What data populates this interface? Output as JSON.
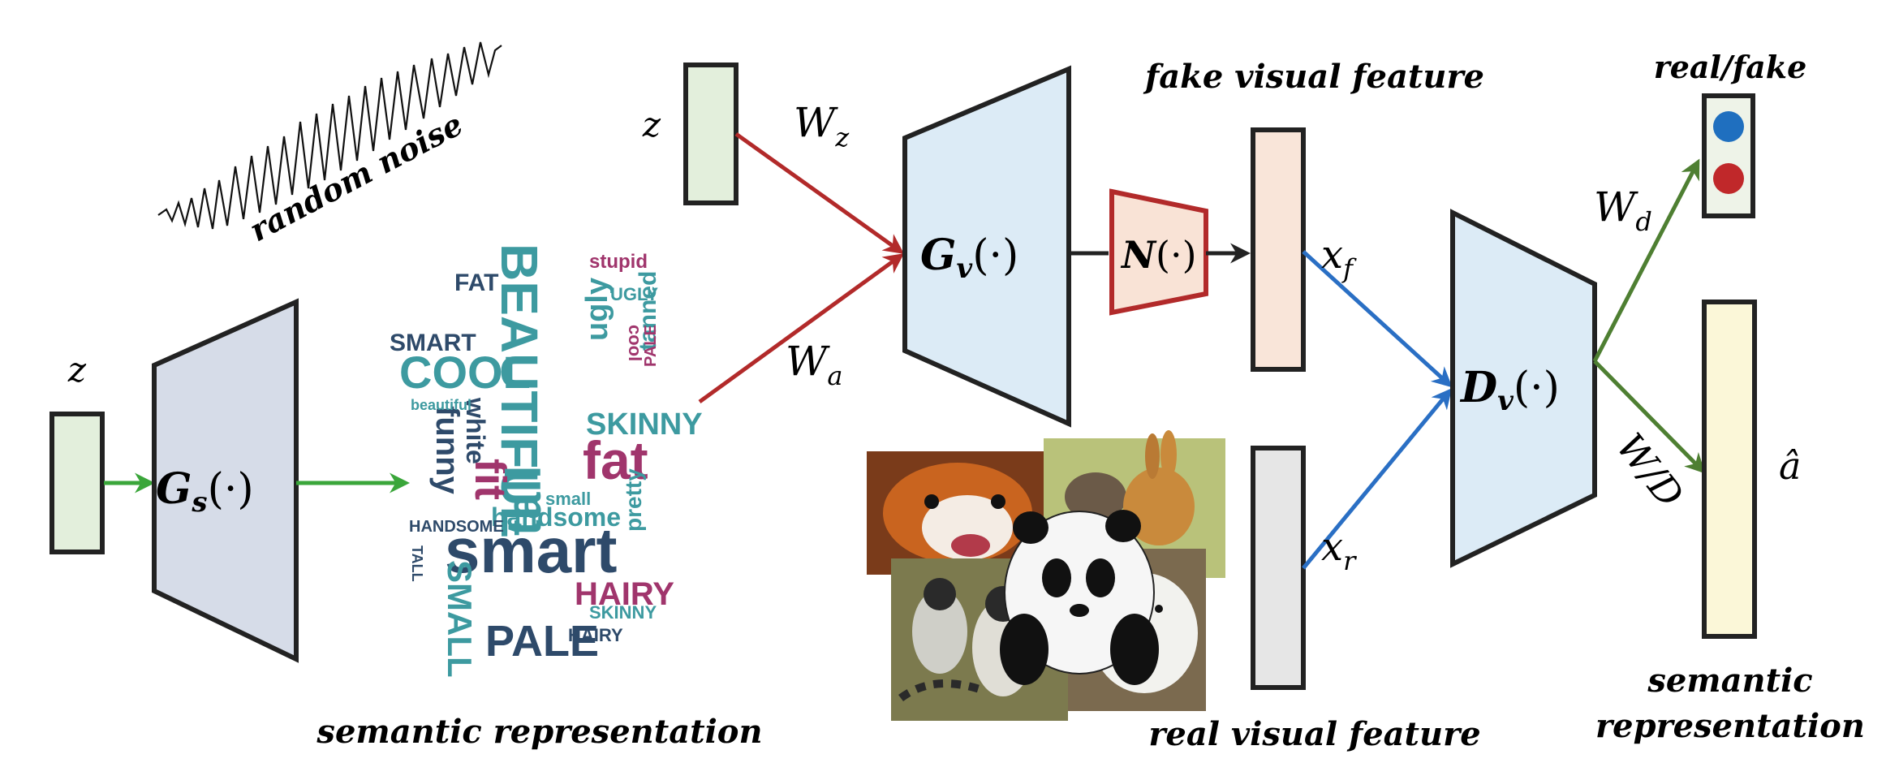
{
  "labels": {
    "random_noise": "random noise",
    "z_left": "z",
    "z_top": "z",
    "gs_main": "G",
    "gs_sub": "s",
    "gs_args": "(·)",
    "gv_main": "G",
    "gv_sub": "v",
    "gv_args": "(·)",
    "n_main": "N",
    "n_args": "(·)",
    "dv_main": "D",
    "dv_sub": "v",
    "dv_args": "(·)",
    "wz_main": "W",
    "wz_sub": "z",
    "wa_main": "W",
    "wa_sub": "a",
    "wd_main": "W",
    "wd_sub": "d",
    "wd_slash": "W/D",
    "xf_main": "x",
    "xf_sub": "f",
    "xr_main": "x",
    "xr_sub": "r",
    "a_hat": "â",
    "fake_visual_feature": "fake visual feature",
    "real_visual_feature": "real visual feature",
    "semantic_representation_bottom": "semantic representation",
    "semantic_line1": "semantic",
    "semantic_line2": "representation",
    "real_fake": "real/fake"
  },
  "word_cloud": {
    "w1": "BEAUTIFUL",
    "w2": "COOL",
    "w3": "SMART",
    "w4": "FAT",
    "w5": "smart",
    "w6": "fat",
    "w7": "SKINNY",
    "w8": "HAIRY",
    "w9": "PALE",
    "w10": "SMALL",
    "w11": "handsome",
    "w12": "funny",
    "w13": "white",
    "w14": "fit",
    "w15": "tall",
    "w16": "stupid",
    "w17": "ugly",
    "w18": "tanned",
    "w19": "pretty",
    "w20": "UGLY",
    "w21": "HANDSOME",
    "w22": "small",
    "w23": "beautiful",
    "w24": "TALL",
    "w25": "SKINNY",
    "w26": "HAIRY",
    "w27": "PALE",
    "w28": "cool"
  },
  "colors": {
    "green_arrow": "#3aa63a",
    "red_arrow": "#b22a2a",
    "blue_arrow": "#2a6fc4",
    "dark_green_arrow": "#4e7f32",
    "black_arrow": "#222222",
    "latent_fill": "#e3efdc",
    "gs_fill": "#d6dce8",
    "gv_fill": "#dcebf6",
    "n_fill": "#f9e3d6",
    "fake_fill": "#f9e5d9",
    "real_fill": "#e6e6e6",
    "attr_fill": "#fbf7d8",
    "dot_blue": "#1f6fbf",
    "dot_red": "#c0282a",
    "cloud_teal": "#3d9aa0",
    "cloud_magenta": "#a0356c",
    "cloud_navy": "#2e4a6a"
  },
  "icons": {
    "noise": "waveform-icon",
    "images": "animal-photos-collage"
  }
}
